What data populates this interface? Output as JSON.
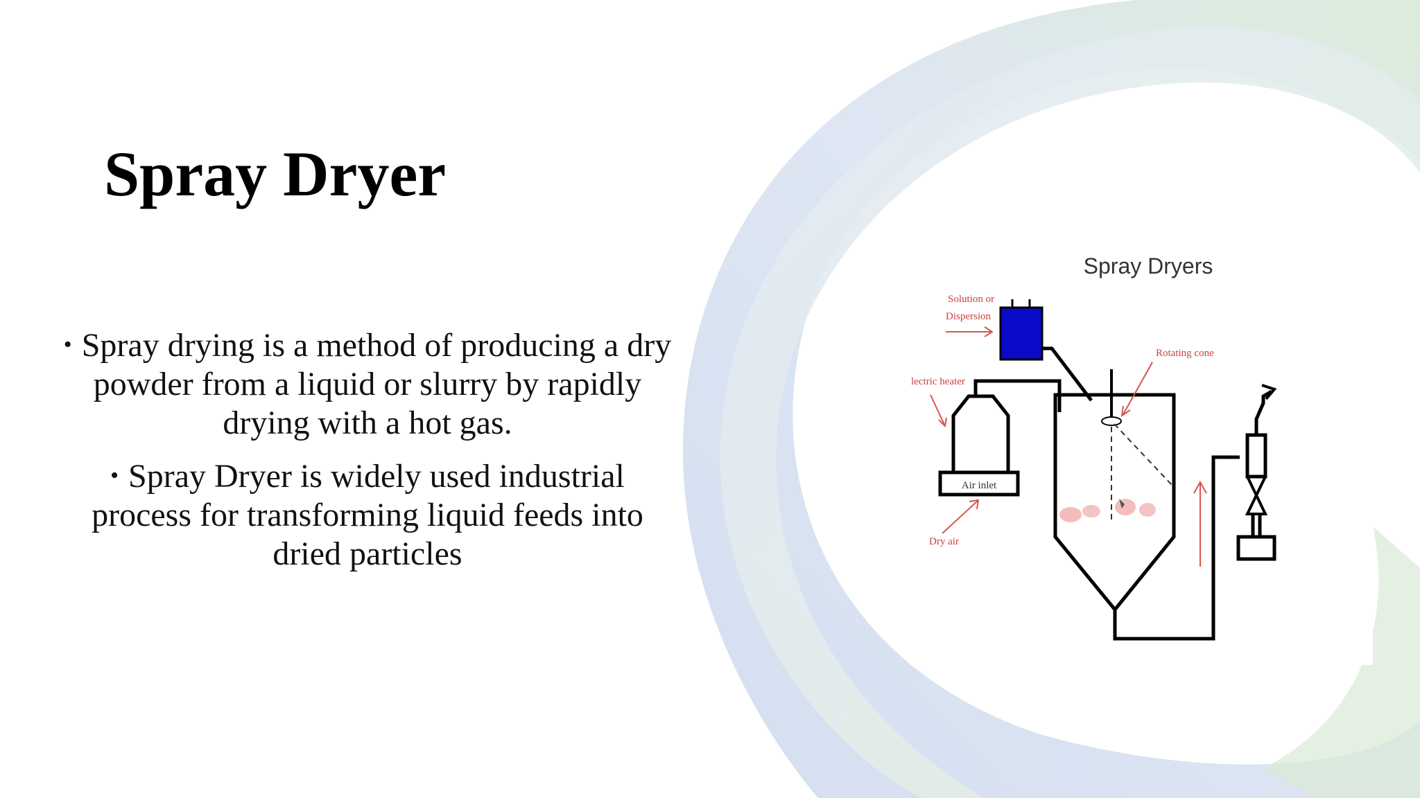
{
  "slide": {
    "title": "Spray Dryer",
    "bullets": [
      "Spray drying is a method of producing a dry powder from a liquid or slurry by rapidly drying with a hot gas.",
      "Spray Dryer is  widely used industrial process for transforming liquid feeds into dried particles"
    ]
  },
  "figure": {
    "title": "Spray Dryers",
    "labels": {
      "solution_line1": "Solution or",
      "solution_line2": "Dispersion",
      "rotating_cone": "Rotating cone",
      "electric_heater": "lectric heater",
      "air_inlet": "Air inlet",
      "dry_air": "Dry air"
    }
  },
  "colors": {
    "annotation_red": "#d9534f",
    "tank_blue": "#0a0ac8",
    "ring_blue": "#c7d5ea",
    "ring_green": "#cfe3cf"
  }
}
